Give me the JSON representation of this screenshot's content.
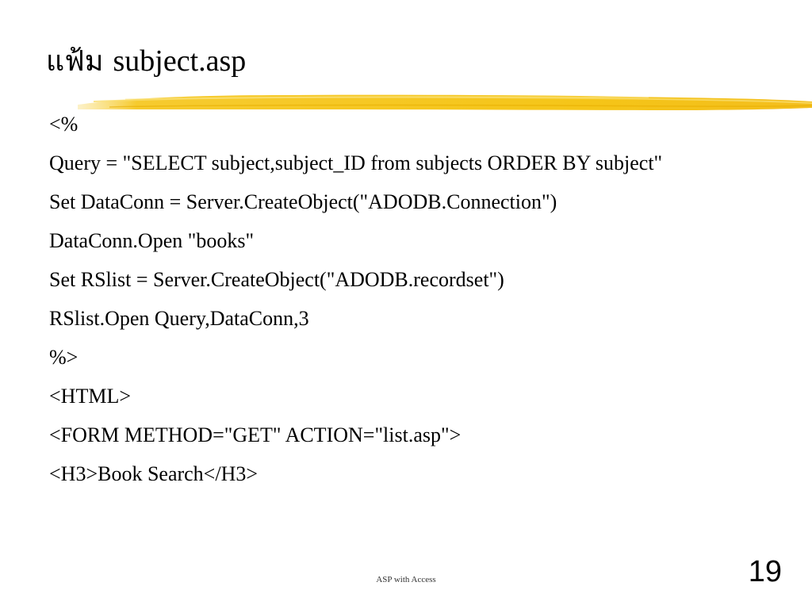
{
  "slide": {
    "title_thai": "แฟ้ม",
    "title_rest": "subject.asp",
    "code_lines": [
      "<%",
      "Query = \"SELECT subject,subject_ID from subjects ORDER BY subject\"",
      "Set DataConn = Server.CreateObject(\"ADODB.Connection\")",
      "DataConn.Open \"books\"",
      "Set RSlist = Server.CreateObject(\"ADODB.recordset\")",
      "RSlist.Open Query,DataConn,3",
      "%>",
      "<HTML>",
      "<FORM METHOD=\"GET\" ACTION=\"list.asp\">",
      "<H3>Book Search</H3>"
    ],
    "footer": "ASP with Access",
    "page_number": "19",
    "accent_color": "#F5C518"
  }
}
